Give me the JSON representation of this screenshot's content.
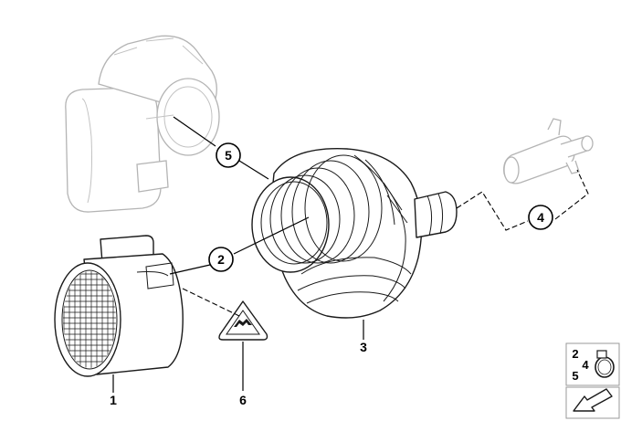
{
  "callouts": {
    "c1": "1",
    "c2": "2",
    "c3": "3",
    "c4": "4",
    "c5": "5",
    "c6": "6"
  },
  "legend": {
    "row1": "2",
    "row2a": "5",
    "row2b": "4"
  },
  "colors": {
    "line": "#1a1a1a",
    "ghost": "#b4b4b4",
    "background": "#ffffff"
  }
}
